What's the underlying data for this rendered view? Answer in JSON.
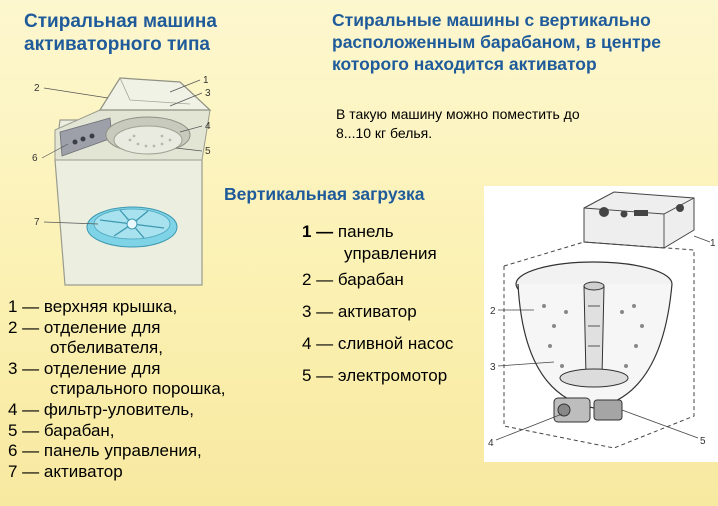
{
  "title_left": {
    "line1": "Стиральная машина",
    "line2": "активаторного типа"
  },
  "title_right": {
    "line1": "Стиральные машины с вертикально",
    "line2": "расположенным барабаном, в центре",
    "line3": "которого находится активатор"
  },
  "description": {
    "line1": "В такую машину можно поместить до",
    "line2": "8...10 кг белья."
  },
  "subhead": "Вертикальная загрузка",
  "left_list": [
    {
      "text": "1 — верхняя крышка,"
    },
    {
      "text": "2 — отделение для"
    },
    {
      "text": "отбеливателя,",
      "indent": true
    },
    {
      "text": "3 — отделение для"
    },
    {
      "text": "стирального порошка,",
      "indent": true
    },
    {
      "text": "4 — фильтр-уловитель,"
    },
    {
      "text": "5 — барабан,"
    },
    {
      "text": "6 — панель управления,"
    },
    {
      "text": "7 — активатор"
    }
  ],
  "mid_list": {
    "item1_num": "1 —",
    "item1_text1": "панель",
    "item1_text2": "управления",
    "item2": "2 — барабан",
    "item3": "3 — активатор",
    "item4": "4 — сливной насос",
    "item5": "5 — электромотор"
  },
  "fig_left_callouts": [
    "1",
    "2",
    "3",
    "4",
    "5",
    "6",
    "7"
  ],
  "fig_right_callouts": [
    "1",
    "2",
    "3",
    "4",
    "5"
  ],
  "colors": {
    "title_blue": "#1f5b9a",
    "background": "#fbf1b3",
    "activator_cyan": "#7fd3e6"
  }
}
